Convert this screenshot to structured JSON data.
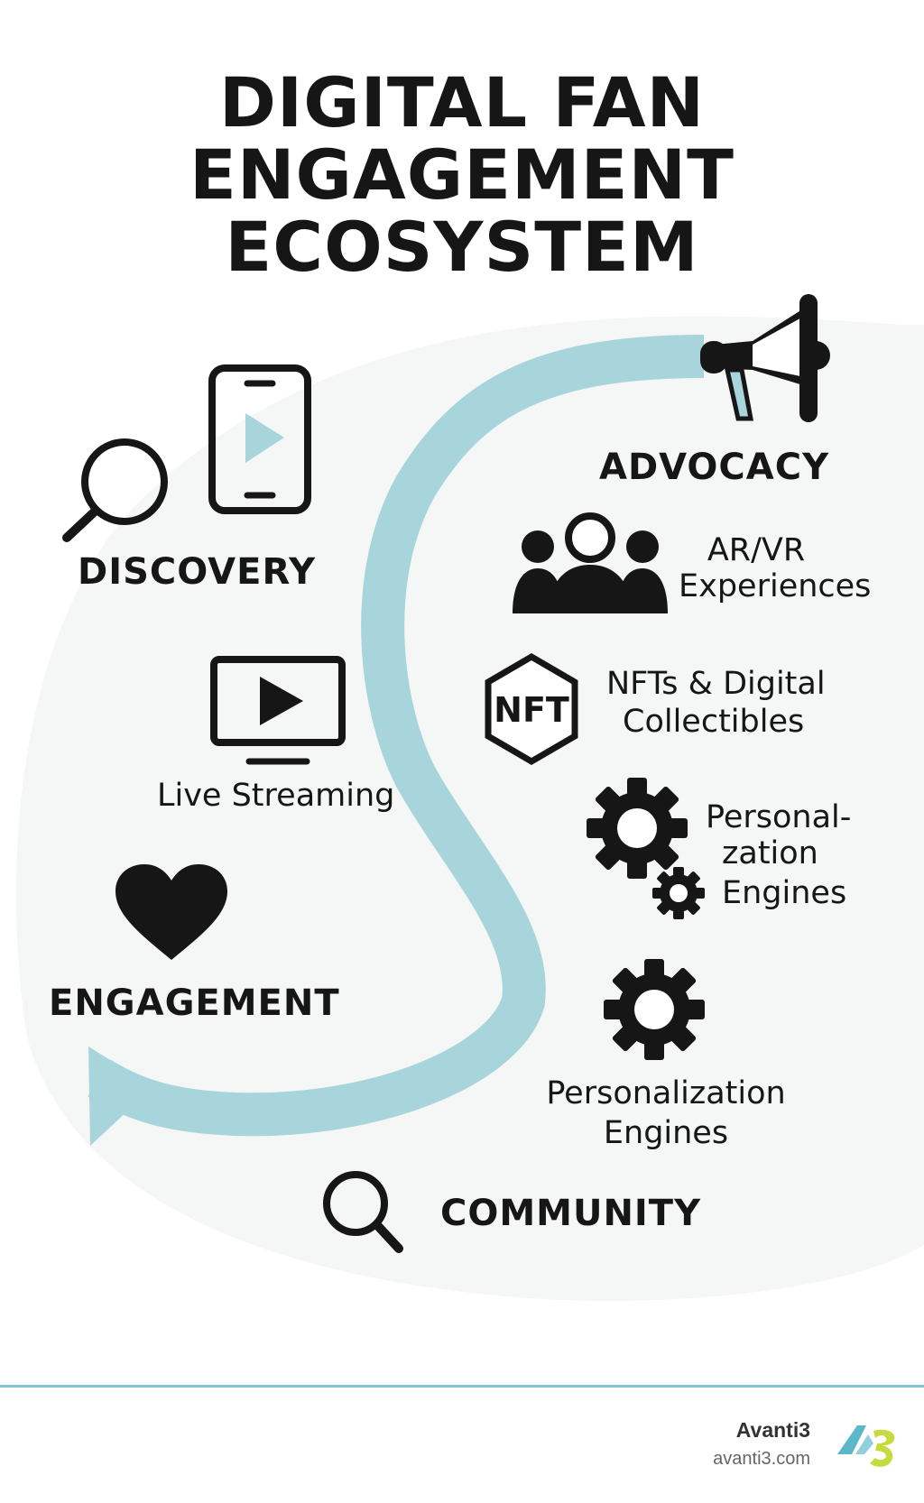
{
  "title": {
    "lines": [
      "DIGITAL FAN",
      "ENGAGEMENT",
      "ECOSYSTEM"
    ]
  },
  "stages": {
    "discovery": "DISCOVERY",
    "engagement": "ENGAGEMENT",
    "advocacy": "ADVOCACY",
    "community": "COMMUNITY"
  },
  "features": {
    "live_streaming": "Live Streaming",
    "arvr_line1": "AR/VR",
    "arvr_line2": "Experiences",
    "nft_line1": "NFTs & Digital",
    "nft_line2": "Collectibles",
    "nft_badge": "NFT",
    "personal_a_line1": "Personal-",
    "personal_a_line2": "zation",
    "personal_a_line3": "Engines",
    "personal_b_line1": "Personalization",
    "personal_b_line2": "Engines"
  },
  "icons": {
    "search": "search-icon",
    "phone": "phone-play-icon",
    "monitor": "monitor-play-icon",
    "heart": "heart-icon",
    "megaphone": "megaphone-icon",
    "people": "people-group-icon",
    "nft": "nft-hexagon-icon",
    "gears": "gears-icon",
    "gear": "gear-icon",
    "search_small": "search-small-icon",
    "logo": "avanti3-logo-icon"
  },
  "footer": {
    "brand": "Avanti3",
    "url": "avanti3.com"
  },
  "colors": {
    "path": "#a8d4dc",
    "ink": "#161616",
    "blob": "#f4f7f5",
    "rule": "#84c6cf",
    "logo_teal": "#5bb8c9",
    "logo_lime": "#c6dc3c"
  }
}
